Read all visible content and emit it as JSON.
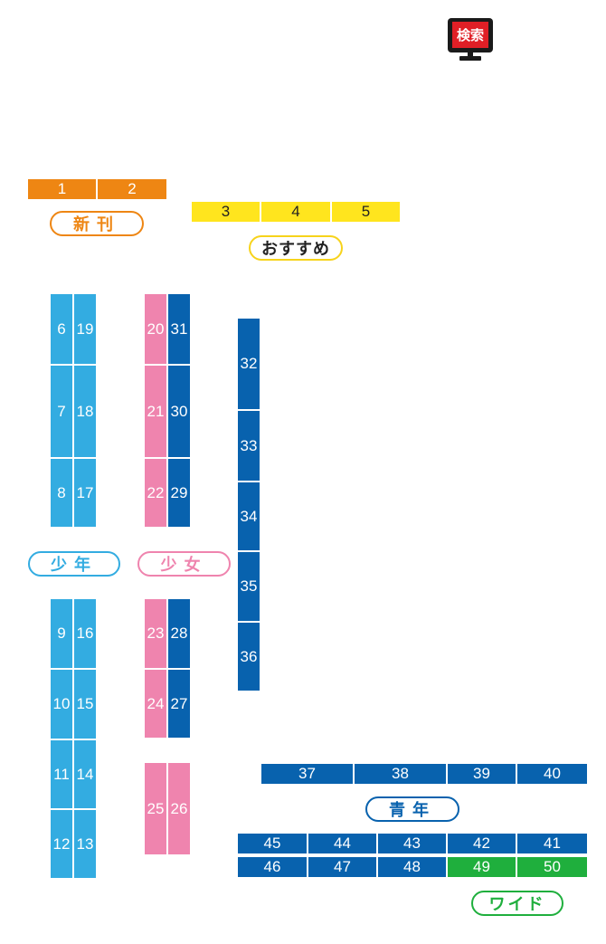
{
  "search": {
    "label": "検索"
  },
  "labels": {
    "shinkan": "新刊",
    "osusume": "おすすめ",
    "shonen": "少年",
    "shojo": "少女",
    "seinen": "青年",
    "wide": "ワイド"
  },
  "shelves": [
    "1",
    "2",
    "3",
    "4",
    "5",
    "6",
    "7",
    "8",
    "9",
    "10",
    "11",
    "12",
    "13",
    "14",
    "15",
    "16",
    "17",
    "18",
    "19",
    "20",
    "21",
    "22",
    "23",
    "24",
    "25",
    "26",
    "27",
    "28",
    "29",
    "30",
    "31",
    "32",
    "33",
    "34",
    "35",
    "36",
    "37",
    "38",
    "39",
    "40",
    "41",
    "42",
    "43",
    "44",
    "45",
    "46",
    "47",
    "48",
    "49",
    "50"
  ],
  "colors": {
    "shinkan": "#EE8613",
    "osusume": "#FFE51E",
    "shonen": "#33ACE1",
    "shojo": "#EF84AE",
    "seinen": "#0862AE",
    "wide": "#1FAF3D",
    "search": "#E01F26"
  }
}
